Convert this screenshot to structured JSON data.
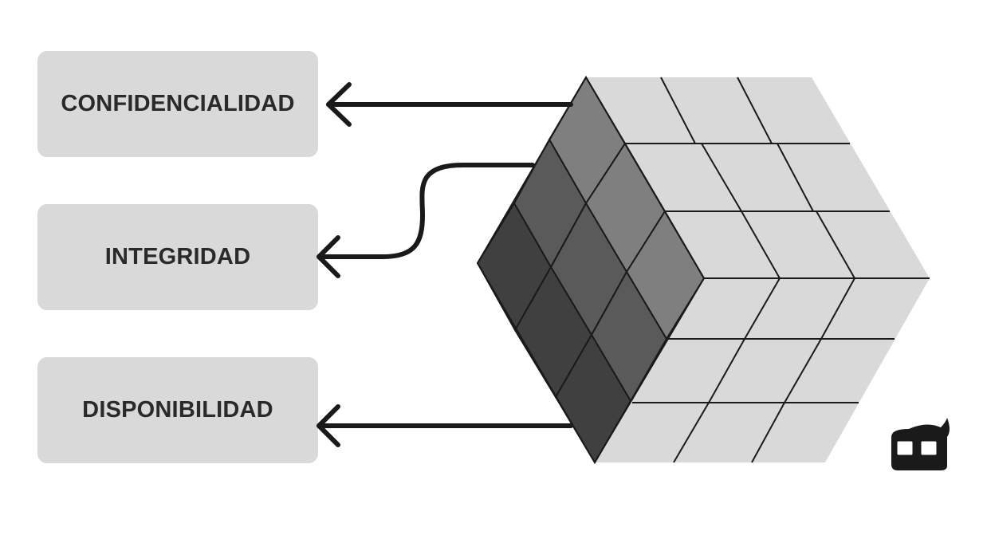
{
  "labels": {
    "confidencialidad": "CONFIDENCIALIDAD",
    "integridad": "INTEGRIDAD",
    "disponibilidad": "DISPONIBILIDAD"
  },
  "colors": {
    "box": "#d9d9d9",
    "text": "#2a2a2a",
    "arrow": "#1a1a1a",
    "cube_light": "#d9d9d9",
    "cube_dark": "#404040",
    "cube_mid": "#5a5a5a",
    "cube_grey": "#7f7f7f"
  },
  "icons": {
    "logo": "nerd-glasses-logo-icon"
  }
}
